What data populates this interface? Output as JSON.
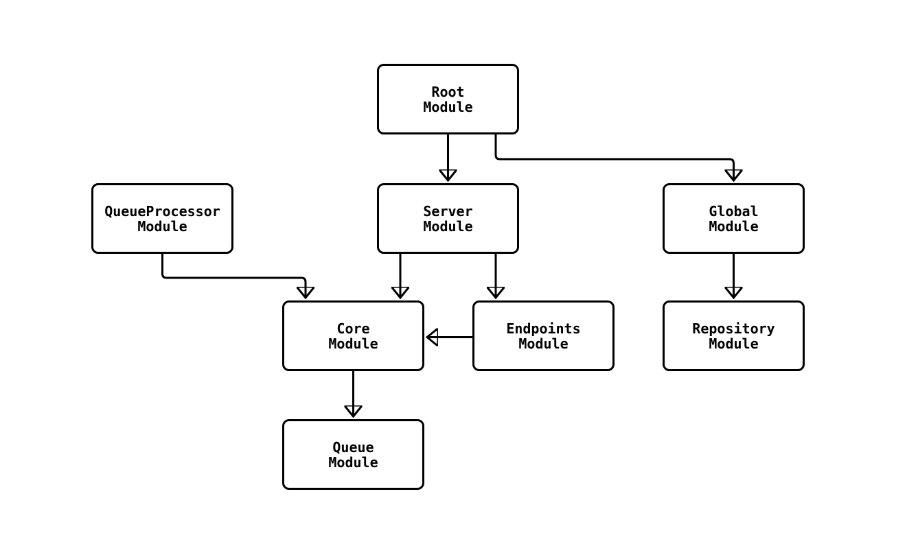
{
  "diagram": {
    "type": "module-dependency-flowchart",
    "colors": {
      "background": "#ffffff",
      "stroke": "#000000",
      "node_fill": "#ffffff",
      "text": "#000000"
    },
    "nodes": {
      "root": {
        "line1": "Root",
        "line2": "Module"
      },
      "queueprocessor": {
        "line1": "QueueProcessor",
        "line2": "Module"
      },
      "server": {
        "line1": "Server",
        "line2": "Module"
      },
      "global": {
        "line1": "Global",
        "line2": "Module"
      },
      "core": {
        "line1": "Core",
        "line2": "Module"
      },
      "endpoints": {
        "line1": "Endpoints",
        "line2": "Module"
      },
      "repository": {
        "line1": "Repository",
        "line2": "Module"
      },
      "queue": {
        "line1": "Queue",
        "line2": "Module"
      }
    },
    "edges": [
      {
        "from": "Root Module",
        "to": "Server Module"
      },
      {
        "from": "Root Module",
        "to": "Global Module"
      },
      {
        "from": "QueueProcessor Module",
        "to": "Core Module"
      },
      {
        "from": "Server Module",
        "to": "Core Module"
      },
      {
        "from": "Server Module",
        "to": "Endpoints Module"
      },
      {
        "from": "Endpoints Module",
        "to": "Core Module"
      },
      {
        "from": "Global Module",
        "to": "Repository Module"
      },
      {
        "from": "Core Module",
        "to": "Queue Module"
      }
    ]
  }
}
